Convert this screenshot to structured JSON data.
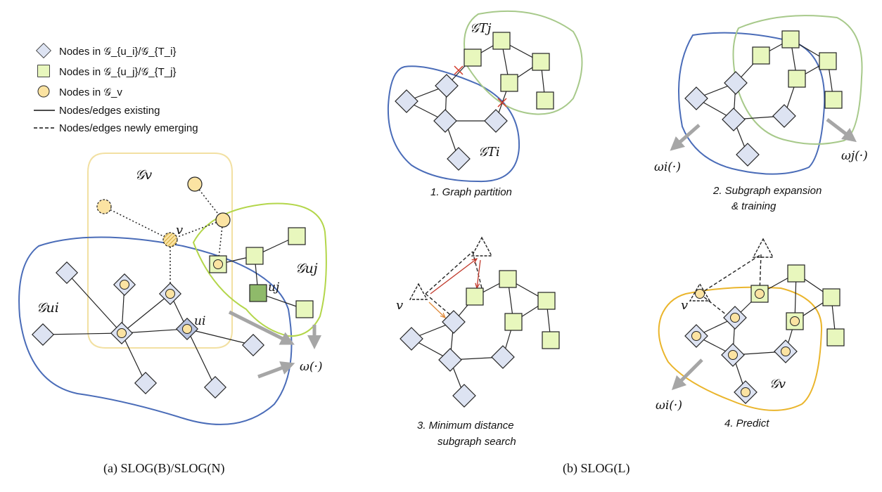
{
  "legend": {
    "diamond": "Nodes in 𝒢_{u_i}/𝒢_{T_i}",
    "square": "Nodes in 𝒢_{u_j}/𝒢_{T_j}",
    "circle": "Nodes in 𝒢_v",
    "solid": "Nodes/edges existing",
    "dashed": "Nodes/edges newly emerging"
  },
  "panel_a": {
    "caption": "(a) SLOG(B)/SLOG(N)",
    "labels": {
      "gv": "𝒢v",
      "gui": "𝒢ui",
      "guj": "𝒢uj",
      "v": "v",
      "ui": "ui",
      "uj": "uj",
      "omega": "ω(·)"
    }
  },
  "panel_b": {
    "caption": "(b) SLOG(L)",
    "step1": {
      "title": "1. Graph partition",
      "gtj": "𝒢Tj",
      "gti": "𝒢Ti"
    },
    "step2": {
      "title_line1": "2. Subgraph expansion",
      "title_line2": "& training",
      "omega_i": "ωi(·)",
      "omega_j": "ωj(·)"
    },
    "step3": {
      "title_line1": "3. Minimum distance",
      "title_line2": "subgraph search",
      "v": "v"
    },
    "step4": {
      "title": "4. Predict",
      "v": "v",
      "gv": "𝒢v",
      "omega_i": "ωi(·)"
    }
  },
  "colors": {
    "diamond_fill": "#dde3f2",
    "square_fill": "#e8f7bd",
    "circle_fill": "#fbe3a2",
    "blue_region": "#4a6cb8",
    "green_region": "#a7c98a",
    "lime_region": "#b3d64a",
    "yellow_region": "#f2e0a2",
    "orange_region": "#eab52c",
    "arrow_gray": "#a6a6a6",
    "red_cross": "#d23a2a"
  }
}
